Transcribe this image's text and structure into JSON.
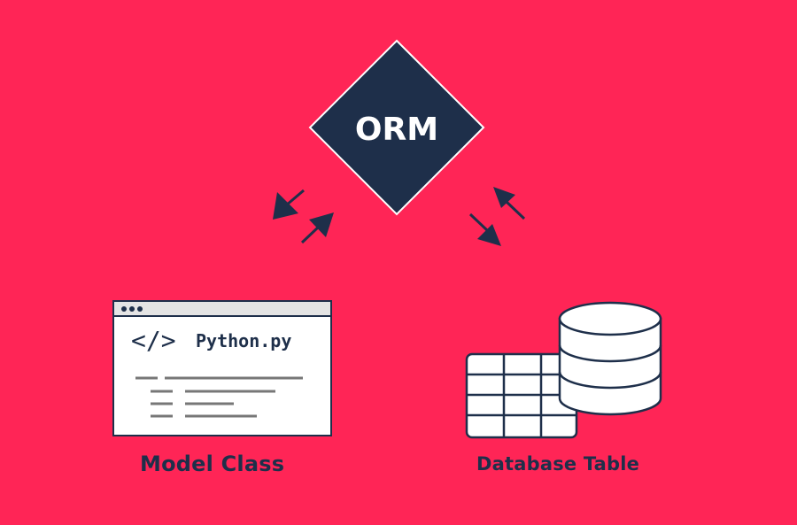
{
  "orm": {
    "label": "ORM"
  },
  "model": {
    "code_symbol": "</>",
    "filename": "Python.py",
    "caption": "Model Class"
  },
  "database": {
    "caption": "Database Table"
  },
  "icons": {
    "arrows": "bidirectional-arrows-icon",
    "window": "code-window-icon",
    "table": "table-grid-icon",
    "cylinder": "database-cylinder-icon"
  },
  "colors": {
    "background": "#FF2556",
    "navy": "#1E2F4A",
    "white": "#FFFFFF",
    "window_bar": "#E4E4E4",
    "code_line": "#777777"
  }
}
